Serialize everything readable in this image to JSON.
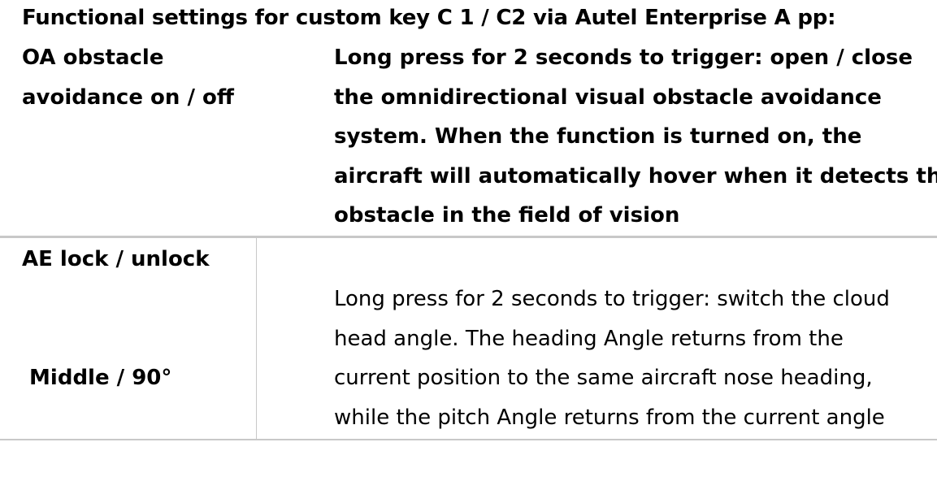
{
  "document": {
    "title": "Functional settings for custom key C 1 / C2 via Autel Enterprise A pp:",
    "rows": [
      {
        "label_lines": [
          "OA obstacle",
          "avoidance on / off"
        ],
        "description_lines": [
          "Long press for 2 seconds to trigger: open / close",
          "the omnidirectional visual obstacle avoidance",
          "system. When the function is turned on, the",
          "aircraft will automatically hover when it detects the",
          "obstacle in the field of vision"
        ]
      },
      {
        "label_lines": [
          "AE lock / unlock"
        ],
        "description_lines": []
      },
      {
        "label_lines": [
          " Middle / 90°"
        ],
        "description_lines": [
          "Long press for 2 seconds to trigger: switch the cloud",
          "head angle. The heading Angle returns from the",
          "current position to the same aircraft nose heading,",
          "while the pitch Angle returns from the current angle"
        ]
      }
    ]
  }
}
